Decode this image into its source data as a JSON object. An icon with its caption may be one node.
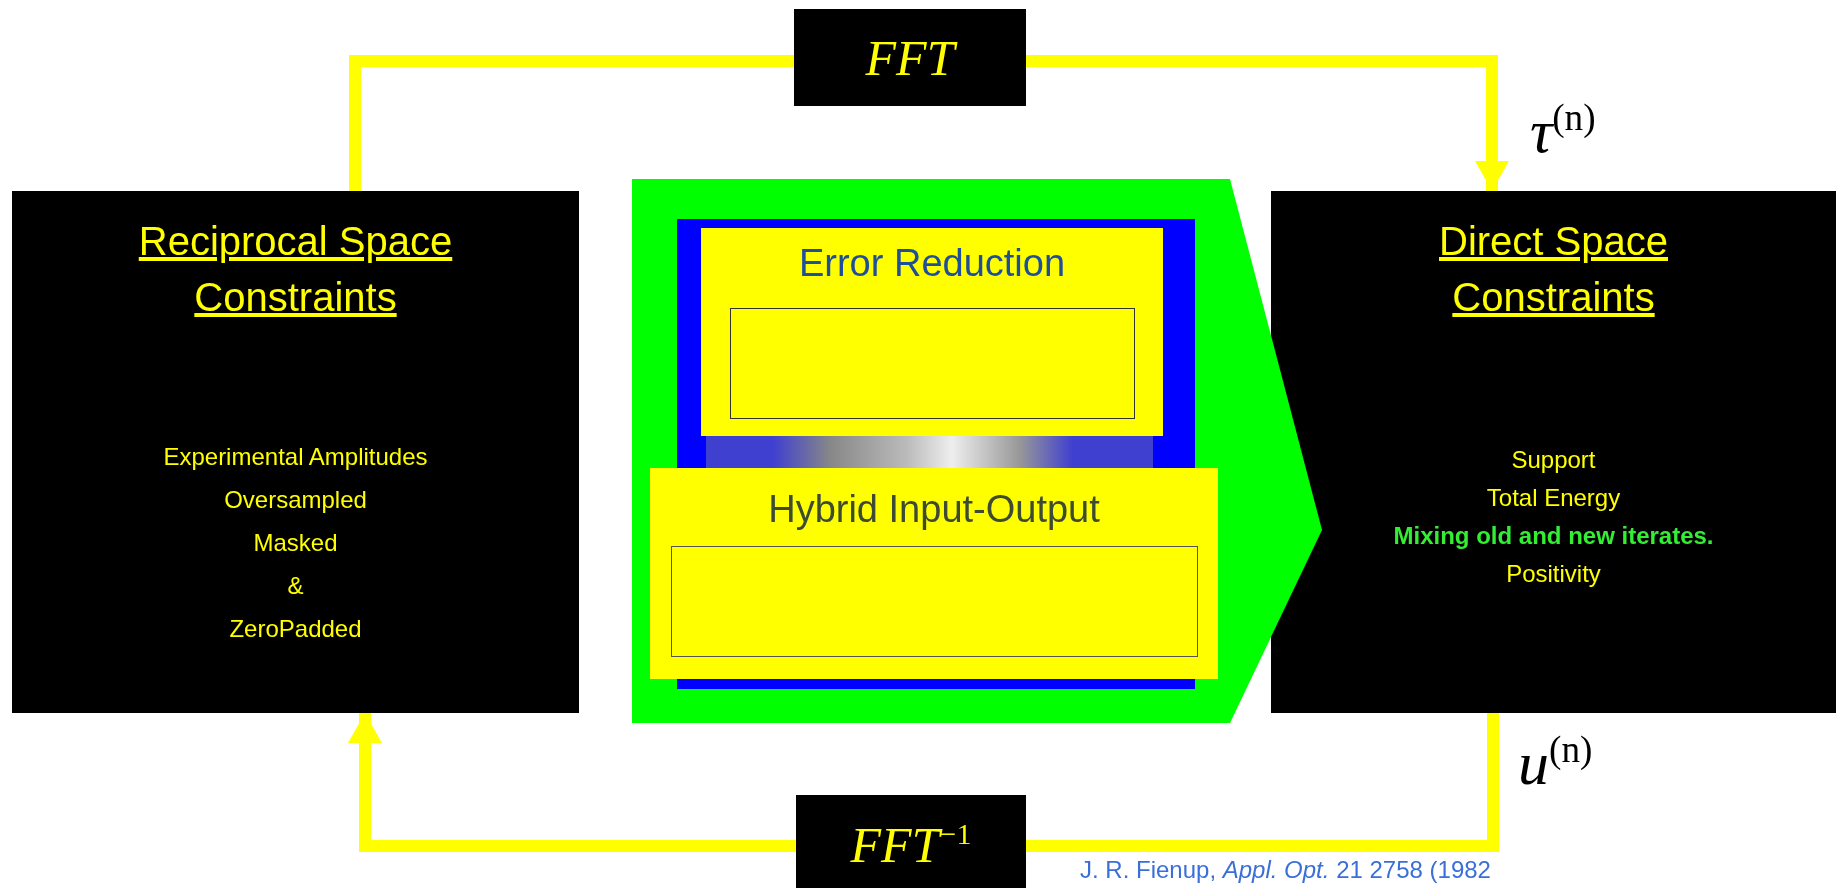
{
  "diagram": {
    "nodes": [
      {
        "text": [
          "*FFT*"
        ]
      },
      {
        "text": [
          "Reciprocal Space Constraints",
          "Experimental Amplitudes",
          "Oversampled",
          "Masked",
          "&",
          "ZeroPadded"
        ]
      },
      {
        "text": [],
        "shape": "arrow"
      },
      {
        "text": [],
        "shape": "box",
        "in": 2
      },
      {
        "text": [
          "Error Reduction"
        ],
        "in": 3
      },
      {
        "text": [],
        "shape": "box",
        "in": 4
      },
      {
        "text": [
          "Hybrid Input-Output"
        ],
        "in": 2
      },
      {
        "text": [],
        "shape": "box",
        "in": 6
      },
      {
        "text": [
          "Direct Space Constraints",
          "Support",
          "Total Energy",
          "Mixing old and new iterates.",
          "Positivity"
        ]
      },
      {
        "text": [
          "*FFT*$^{−1}$"
        ]
      },
      {
        "text": [],
        "shape": "bar",
        "in": 3
      }
    ],
    "edges": [
      {
        "from": 1,
        "to": 0,
        "arrow": "none"
      },
      {
        "from": 0,
        "to": 8,
        "arrow": "to"
      },
      {
        "from": 8,
        "to": 9,
        "arrow": "none"
      },
      {
        "from": 9,
        "to": 1,
        "arrow": "to"
      }
    ],
    "labels": [
      "*τ*$^{(n)}$",
      "*u*$^{(n)}$",
      "J. R. Fienup, *Appl. Opt.* 21 2758 (1982"
    ]
  }
}
